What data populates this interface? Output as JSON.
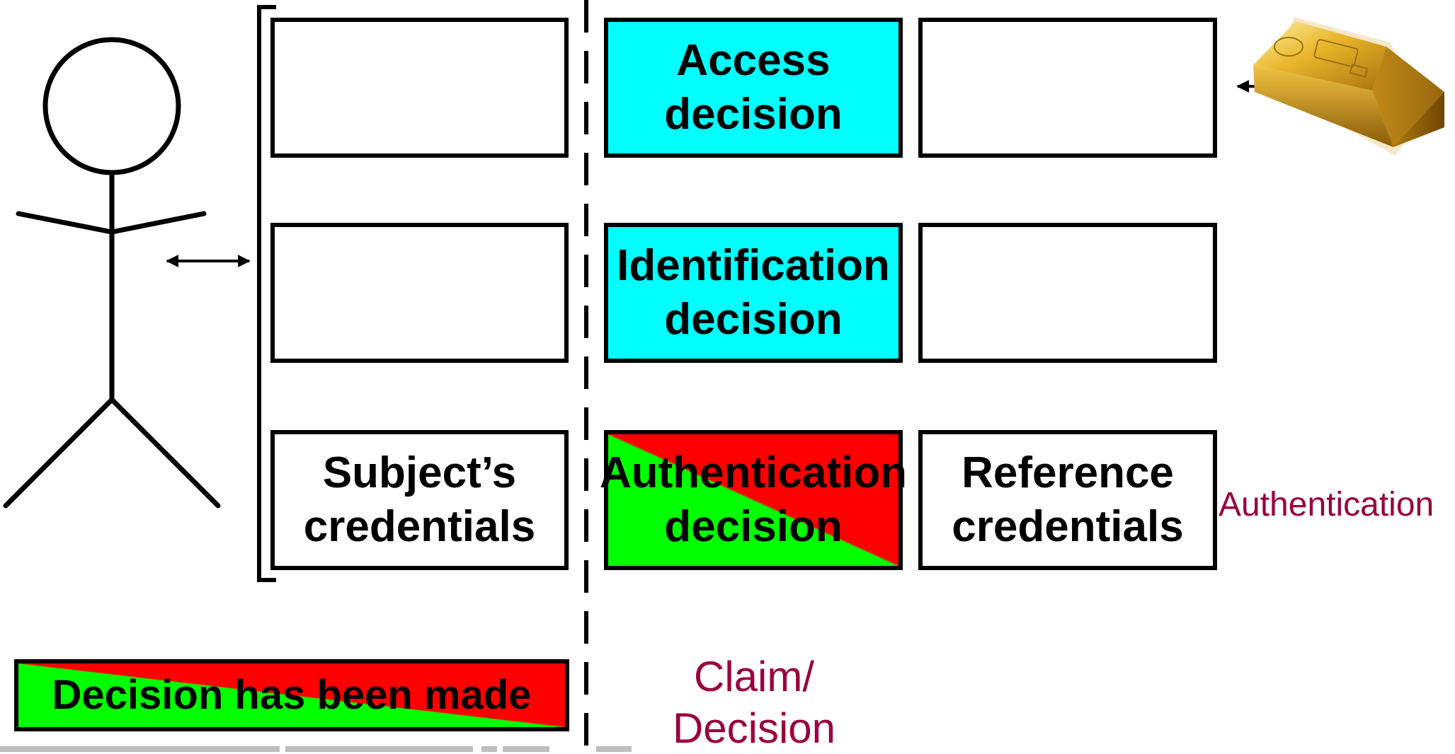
{
  "subject_column": {
    "row3": "Subject’s\ncredentials"
  },
  "decision_column": {
    "row1": "Access\ndecision",
    "row2": "Identification\ndecision",
    "row3": "Authentication\ndecision"
  },
  "reference_column": {
    "row3": "Reference\ncredentials"
  },
  "labels": {
    "authentication": "Authentication",
    "claim_decision": "Claim/\nDecision"
  },
  "legend": {
    "decision_made": "Decision has been made"
  },
  "colors": {
    "decision_pending": "#00ffff",
    "decision_yes": "#00ff00",
    "decision_no": "#ff0000",
    "note_text": "#99003d"
  },
  "icons": {
    "person": "stick-figure-icon",
    "asset": "gold-bar-icon"
  }
}
